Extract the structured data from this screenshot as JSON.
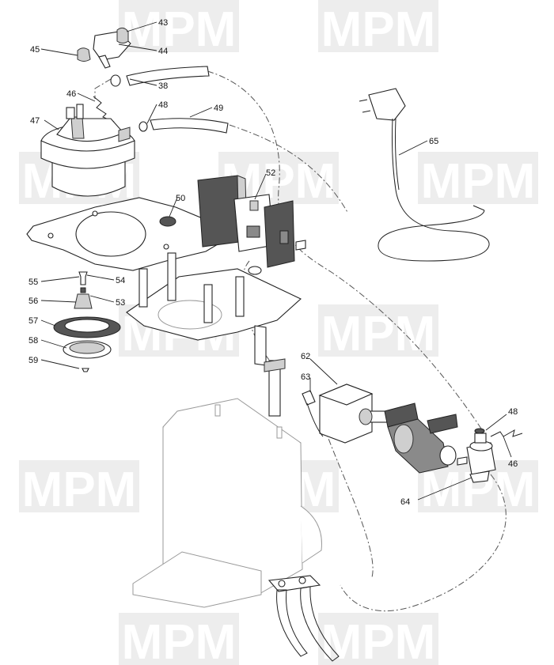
{
  "watermark": {
    "text": "MPM"
  },
  "callouts": [
    {
      "id": "c43",
      "label": "43"
    },
    {
      "id": "c44",
      "label": "44"
    },
    {
      "id": "c45",
      "label": "45"
    },
    {
      "id": "c38",
      "label": "38"
    },
    {
      "id": "c46a",
      "label": "46"
    },
    {
      "id": "c48a",
      "label": "48"
    },
    {
      "id": "c49",
      "label": "49"
    },
    {
      "id": "c47",
      "label": "47"
    },
    {
      "id": "c65",
      "label": "65"
    },
    {
      "id": "c52",
      "label": "52"
    },
    {
      "id": "c50",
      "label": "50"
    },
    {
      "id": "c55",
      "label": "55"
    },
    {
      "id": "c54",
      "label": "54"
    },
    {
      "id": "c56",
      "label": "56"
    },
    {
      "id": "c53",
      "label": "53"
    },
    {
      "id": "c57",
      "label": "57"
    },
    {
      "id": "c58",
      "label": "58"
    },
    {
      "id": "c59",
      "label": "59"
    },
    {
      "id": "c62",
      "label": "62"
    },
    {
      "id": "c63",
      "label": "63"
    },
    {
      "id": "c48b",
      "label": "48"
    },
    {
      "id": "c46b",
      "label": "46"
    },
    {
      "id": "c64",
      "label": "64"
    }
  ]
}
